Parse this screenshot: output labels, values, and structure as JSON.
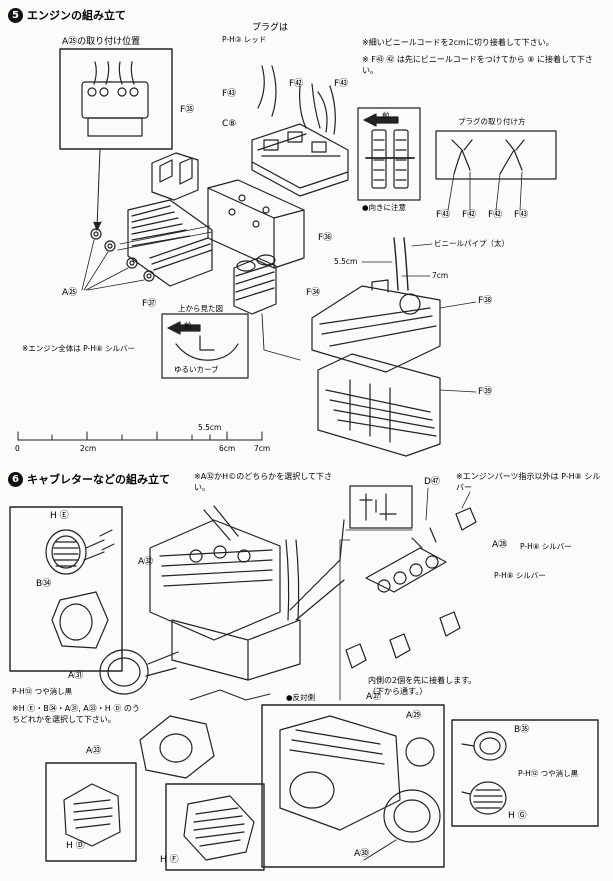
{
  "step5": {
    "number": "5",
    "title": "エンジンの組み立て",
    "inset_title": "A㉕の取り付け位置",
    "note_top": "※細いビニールコードを2cmに切り接着して下さい。",
    "note_f43": "※ F㊸ ㊷ は先にビニールコードをつけてから ⑧ に接着して下さい。",
    "plug_label": "プラグは",
    "plug_color": "P-H③ レッド",
    "front_label": "前",
    "direction_note": "●向きに注意",
    "plug_method_title": "プラグの取り付け方",
    "plug_parts": [
      "F㊸",
      "F㊷",
      "F㊷",
      "F㊸"
    ],
    "vinyl_pipe": "ビニールパイプ（太）",
    "len_a": "5.5cm",
    "len_b": "7cm",
    "top_view": "上から見た図",
    "gentle_curve": "ゆるいカーブ",
    "engine_note": "※エンジン全体は P-H⑧ シルバー",
    "labels": {
      "f43a": "F㊸",
      "f52": "F㊷",
      "f43b": "F㊸",
      "c8": "C⑧",
      "f35": "F㉟",
      "f36": "F㊱",
      "a25": "A㉕",
      "f37": "F㊲",
      "f34": "F㉞",
      "f38": "F㊳",
      "f39": "F㊴"
    }
  },
  "ruler": {
    "ticks": [
      "0",
      "2cm",
      "6cm",
      "7cm"
    ],
    "mark": "5.5cm"
  },
  "step6": {
    "number": "6",
    "title": "キャブレターなどの組み立て",
    "choice_note": "※A㉜かH©のどちらかを選択して下さい。",
    "engine_parts_note": "※エンジンパーツ指示以外は P-H⑧ シルバー",
    "d97": "D㊼",
    "a28": "A㉘",
    "silver_a": "P-H⑧ シルバー",
    "silver_b": "P-H⑧ シルバー",
    "he": "H Ⓔ",
    "b34": "B㉞",
    "a32": "A㉜",
    "a31": "A㉛",
    "matte_black": "P-H⑫ つや消し黒",
    "choice_note2": "※H Ⓔ・B㉞・A㉛, A㉝・H Ⓓ のうちどれかを選択して下さい。",
    "a33": "A㉝",
    "hd": "H Ⓓ",
    "a27": "A㉗",
    "inner_note": "内側の2個を先に接着します。（下から通す。）",
    "opposite_side": "●反対側",
    "a29": "A㉙",
    "b35": "B㉟",
    "matte_black_b": "P-H⑫ つや消し黒",
    "hg": "H Ⓖ",
    "hf": "H Ⓕ",
    "a30": "A㉚"
  }
}
